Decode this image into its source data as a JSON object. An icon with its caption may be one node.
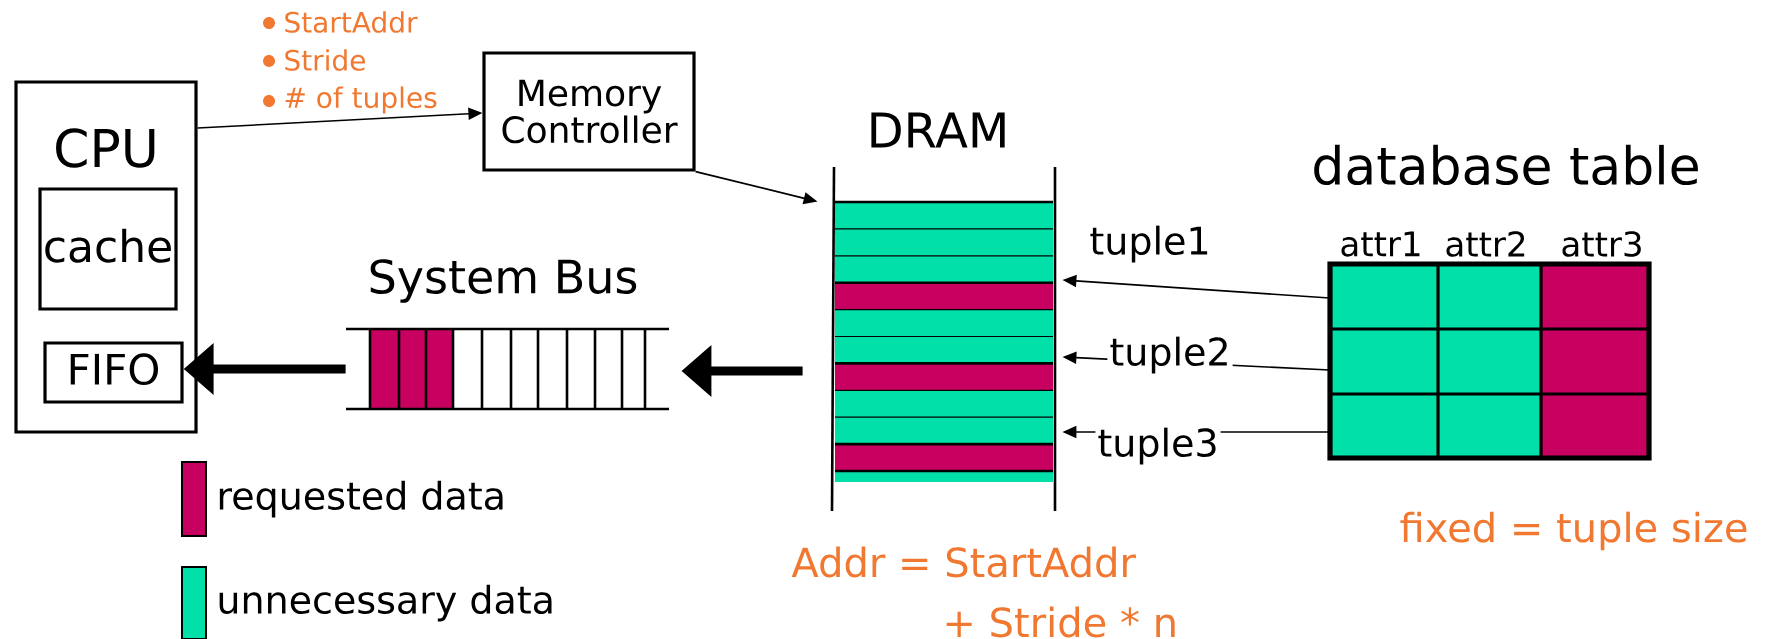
{
  "diagram": {
    "nodes": [
      {
        "text": [
          "CPU"
        ]
      },
      {
        "text": [
          "cache"
        ],
        "in": 0
      },
      {
        "text": [
          "FIFO"
        ],
        "in": 0
      },
      {
        "text": [
          "Memory Controller"
        ]
      },
      {
        "text": [
          "DRAM"
        ]
      },
      {
        "text": [
          "System Bus"
        ]
      },
      {
        "text": [
          "database table"
        ],
        "beside": [
          "attr1",
          "attr2",
          "attr3"
        ]
      }
    ],
    "edges": [
      {
        "from": 0,
        "to": 3,
        "arrow": "to"
      },
      {
        "from": 3,
        "to": 4,
        "arrow": "to"
      },
      {
        "from": 6,
        "to": 4,
        "arrow": "to",
        "label": "tuple1"
      },
      {
        "from": 6,
        "to": 4,
        "arrow": "to",
        "label": "tuple2"
      },
      {
        "from": 6,
        "to": 4,
        "arrow": "to",
        "label": "tuple3"
      },
      {
        "from": 4,
        "to": 5,
        "arrow": "to",
        "style": "thick"
      },
      {
        "from": 5,
        "to": 2,
        "arrow": "to",
        "style": "thick"
      }
    ],
    "labels": [
      "StartAddr",
      "Stride",
      "# of tuples",
      "Addr = StartAddr",
      "+ Stride * n",
      "fixed = tuple size"
    ],
    "legend": [
      {
        "text": "requested data",
        "color": "#c8005f"
      },
      {
        "text": "unnecessary data",
        "color": "#00e0a8"
      }
    ]
  }
}
